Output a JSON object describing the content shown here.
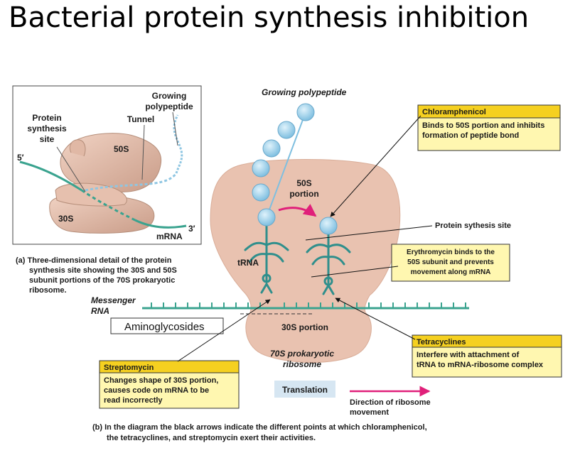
{
  "title": "Bacterial protein synthesis inhibition",
  "inset": {
    "labels": {
      "growing_polypeptide_1": "Growing",
      "growing_polypeptide_2": "polypeptide",
      "tunnel": "Tunnel",
      "protein_1": "Protein",
      "protein_2": "synthesis",
      "protein_3": "site",
      "five_prime": "5′",
      "s50": "50S",
      "s30": "30S",
      "three_prime": "3′",
      "mrna": "mRNA"
    },
    "caption": [
      "(a) Three-dimensional detail of the protein",
      "synthesis site showing the 30S and 50S",
      "subunit portions of the 70S prokaryotic",
      "ribosome."
    ]
  },
  "main": {
    "growing_polypeptide": "Growing polypeptide",
    "portion_50s_1": "50S",
    "portion_50s_2": "portion",
    "portion_30s": "30S portion",
    "trna": "tRNA",
    "messenger_1": "Messenger",
    "messenger_2": "RNA",
    "ribosome_1": "70S prokaryotic",
    "ribosome_2": "ribosome",
    "translation": "Translation",
    "direction_1": "Direction of ribosome",
    "direction_2": "movement",
    "protein_site": "Protein sythesis site",
    "aminoglycosides": "Aminoglycosides"
  },
  "boxes": {
    "chloramphenicol": {
      "title": "Chloramphenicol",
      "line1": "Binds to 50S portion and inhibits",
      "line2": "formation of peptide bond"
    },
    "erythromycin": {
      "line1": "Erythromycin binds to the",
      "line2": "50S subunit and prevents",
      "line3": "movement along mRNA"
    },
    "tetracyclines": {
      "title": "Tetracyclines",
      "line1": "Interfere with attachment of",
      "line2": "tRNA to mRNA-ribosome complex"
    },
    "streptomycin": {
      "title": "Streptomycin",
      "line1": "Changes shape of 30S portion,",
      "line2": "causes code on mRNA to be",
      "line3": "read incorrectly"
    }
  },
  "caption_b": [
    "(b) In the diagram the black arrows indicate the different points at which chloramphenicol,",
    "the tetracyclines, and streptomycin exert their activities."
  ],
  "colors": {
    "ribosome": "#e9c2b0",
    "bead": "#9fd2ea",
    "trna": "#2f8f8c",
    "mrna": "#3aa38f",
    "callout": "#fff7b0",
    "callout_title": "#f5d020",
    "arrow_pink": "#e0207a",
    "translation_box": "#d6e6f2"
  }
}
